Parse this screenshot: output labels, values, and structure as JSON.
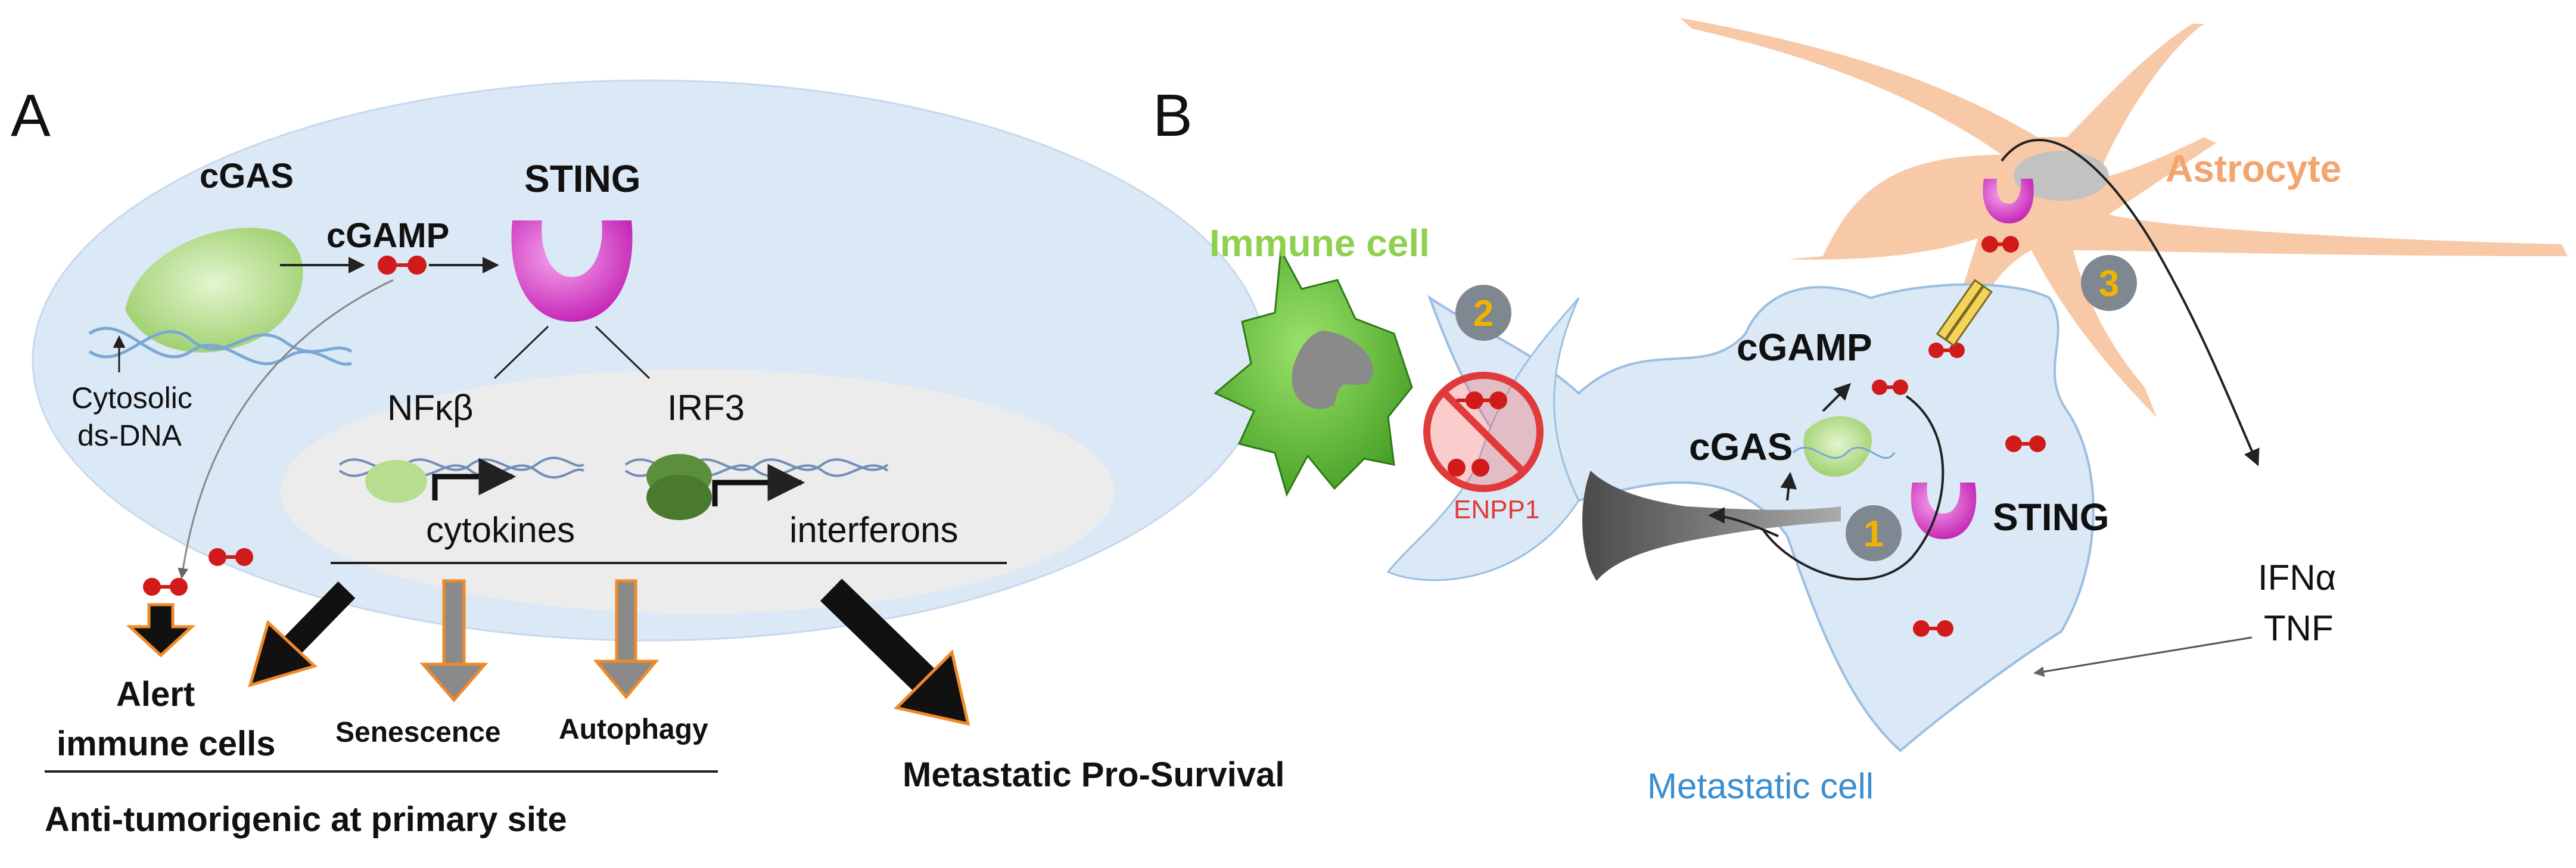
{
  "panel_a": {
    "letter": "A",
    "cgas": "cGAS",
    "cgamp": "cGAMP",
    "sting": "STING",
    "dna_label_1": "Cytosolic",
    "dna_label_2": "ds-DNA",
    "nfkb": "NFκβ",
    "irf3": "IRF3",
    "cytokines": "cytokines",
    "interferons": "interferons",
    "alert_1": "Alert",
    "alert_2": "immune cells",
    "senescence": "Senescence",
    "autophagy": "Autophagy",
    "anti_tumor": "Anti-tumorigenic at primary site",
    "pro_survival": "Metastatic Pro-Survival"
  },
  "panel_b": {
    "letter": "B",
    "immune_cell": "Immune cell",
    "astrocyte": "Astrocyte",
    "enpp1": "ENPP1",
    "cgamp": "cGAMP",
    "cgas": "cGAS",
    "sting": "STING",
    "step_1": "1",
    "step_2": "2",
    "step_3": "3",
    "ifn": "IFNα",
    "tnf": "TNF",
    "metastatic_cell": "Metastatic cell"
  },
  "colors": {
    "cell_blue": "#dbe8f5",
    "nucleus_gray": "#ececec",
    "sting_magenta": "#e040d0",
    "cgamp_red": "#d11a1a",
    "cgas_green": "#b7dd8f",
    "immune_green": "#59b82e",
    "immune_label": "#8fd14f",
    "astrocyte_orange": "#f8c9a6",
    "astrocyte_label": "#f4a46e",
    "metastatic_label": "#3b8ed0",
    "enpp1_red": "#e03a3a",
    "step_badge": "#7f8790",
    "arrow_gray": "#8a8a8a",
    "arrow_orange": "#f08a28"
  }
}
